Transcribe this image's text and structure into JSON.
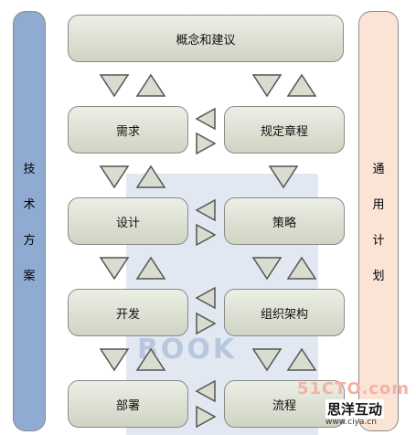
{
  "left_column": {
    "label": "技术方案",
    "chars": [
      "技",
      "术",
      "方",
      "案"
    ]
  },
  "right_column": {
    "label": "通用计划",
    "chars": [
      "通",
      "用",
      "计",
      "划"
    ]
  },
  "top_box": "概念和建议",
  "left_boxes": [
    "需求",
    "设计",
    "开发",
    "部署"
  ],
  "right_boxes": [
    "规定章程",
    "策略",
    "组织架构",
    "流程"
  ],
  "watermark": {
    "text": "BOOK"
  },
  "brand": {
    "top": "51CTO.com",
    "name": "思洋互动",
    "url": "www.ciya.cn"
  },
  "colors": {
    "box": "#d9ddcf",
    "left_column": "#8fabd2",
    "right_column": "#fbe4d6",
    "border": "#555555"
  }
}
